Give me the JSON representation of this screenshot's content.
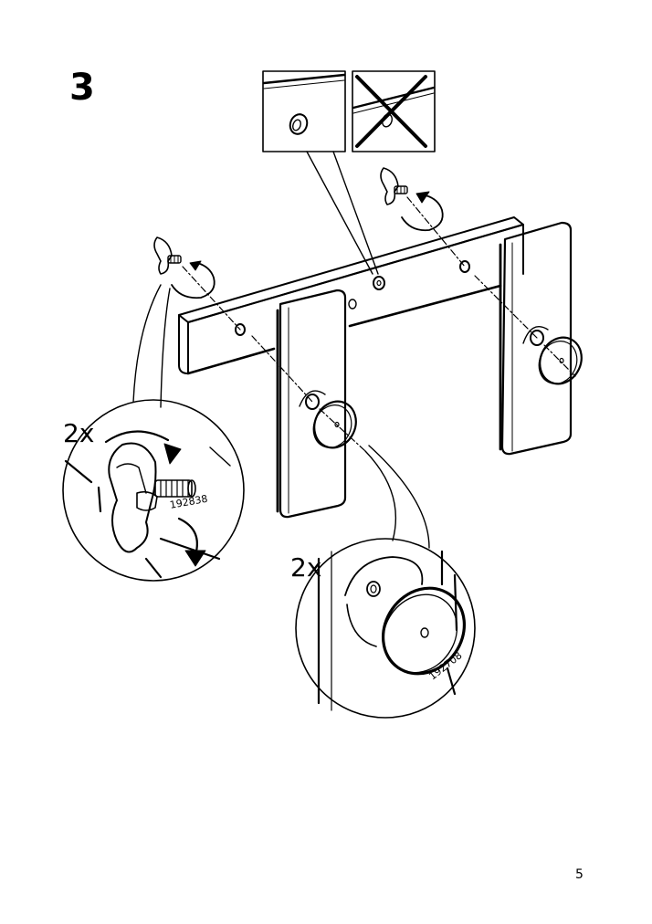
{
  "step": {
    "number": "3"
  },
  "callouts": [
    {
      "quantity": "2x",
      "part_number": "192838",
      "part_type": "wing-screw"
    },
    {
      "quantity": "2x",
      "part_number": "192708",
      "part_type": "round-foot"
    }
  ],
  "correct_incorrect_panels": [
    {
      "state": "correct",
      "icon": "hole-ok-icon"
    },
    {
      "state": "incorrect",
      "icon": "cross-mark-icon"
    }
  ],
  "footer": {
    "page_number": "5"
  },
  "colors": {
    "ink": "#000000",
    "paper": "#ffffff"
  }
}
